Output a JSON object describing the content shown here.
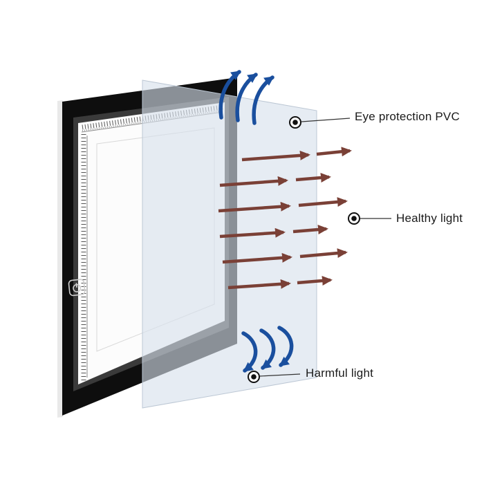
{
  "callouts": {
    "eye_protection_pvc": {
      "label": "Eye protection PVC"
    },
    "healthy_light": {
      "label": "Healthy light"
    },
    "harmful_light": {
      "label": "Harmful light"
    }
  },
  "icons": {
    "power_button": "power-icon",
    "callout_dot": "target-dot-icon"
  },
  "colors": {
    "healthy_light_arrow": "#7a4036",
    "airflow_arrow_blue": "#1a4f9e",
    "pad_frame": "#0e0e0e",
    "pad_screen": "#fcfcfc",
    "pvc_sheet": "#dce4ee",
    "background": "#ffffff",
    "label_text": "#1a1a1a"
  }
}
